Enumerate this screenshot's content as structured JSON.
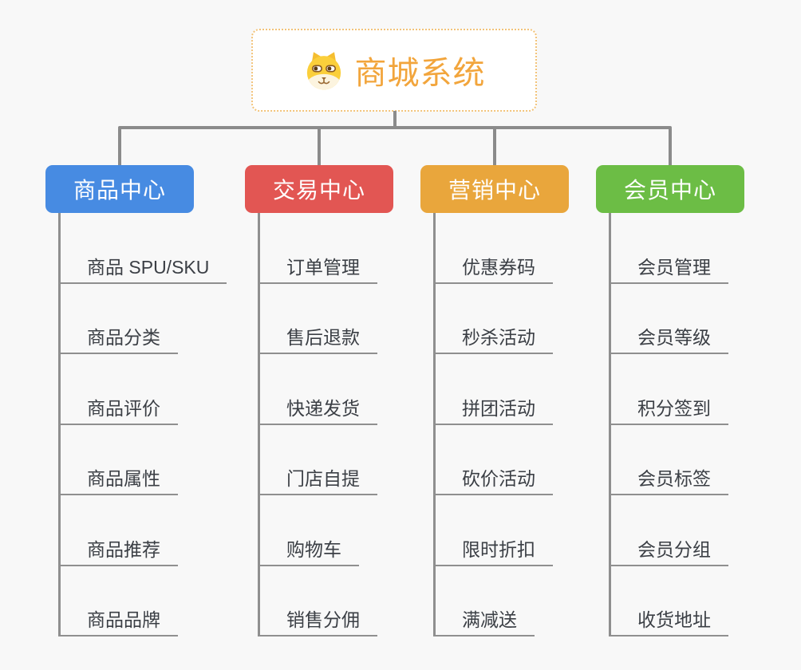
{
  "root": {
    "title": "商城系统",
    "icon": "dog-face-icon"
  },
  "branches": [
    {
      "label": "商品中心",
      "color": "#478be2",
      "children": [
        "商品 SPU/SKU",
        "商品分类",
        "商品评价",
        "商品属性",
        "商品推荐",
        "商品品牌"
      ]
    },
    {
      "label": "交易中心",
      "color": "#e25653",
      "children": [
        "订单管理",
        "售后退款",
        "快递发货",
        "门店自提",
        "购物车",
        "销售分佣"
      ]
    },
    {
      "label": "营销中心",
      "color": "#e9a63c",
      "children": [
        "优惠券码",
        "秒杀活动",
        "拼团活动",
        "砍价活动",
        "限时折扣",
        "满减送"
      ]
    },
    {
      "label": "会员中心",
      "color": "#6cbd45",
      "children": [
        "会员管理",
        "会员等级",
        "积分签到",
        "会员标签",
        "会员分组",
        "收货地址"
      ]
    }
  ],
  "style_tokens": {
    "background": "#f8f8f8",
    "connector_line": "#8b8b8b",
    "child_underline": "#8f8f8f",
    "child_text": "#3b3f45",
    "root_border": "#f2c379",
    "root_title_color": "#f2a53c"
  }
}
